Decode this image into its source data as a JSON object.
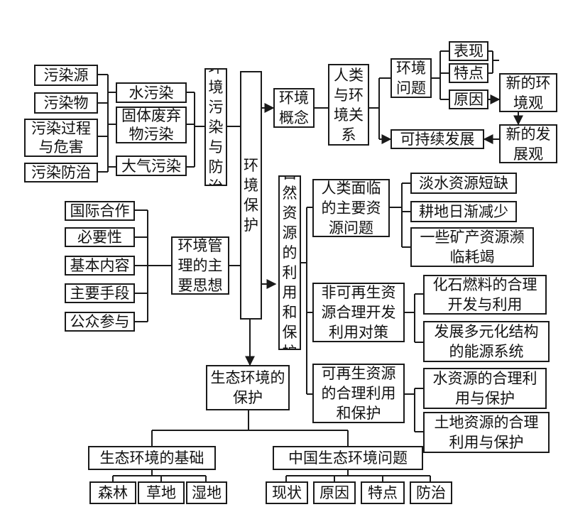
{
  "center": "环境保护",
  "pollution": {
    "title": "环境污染与防治",
    "topics": [
      "水污染",
      "固体废弃物污染",
      "大气污染"
    ],
    "aspects": [
      "污染源",
      "污染物",
      "污染过程与危害",
      "污染防治"
    ]
  },
  "concept": {
    "title": "环境概念",
    "relation": "人类与环境关系",
    "problem": "环境问题",
    "problem_items": [
      "表现",
      "特点",
      "原因"
    ],
    "new_env_view": "新的环境观",
    "new_dev_view": "新的发展观",
    "sustainable": "可持续发展"
  },
  "management": {
    "title": "环境管理的主要思想",
    "items": [
      "国际合作",
      "必要性",
      "基本内容",
      "主要手段",
      "公众参与"
    ]
  },
  "resources": {
    "title": "自然资源的利用和保护",
    "main_problem": "人类面临的主要资源问题",
    "main_problem_items": [
      "淡水资源短缺",
      "耕地日渐减少",
      "一些矿产资源濒临耗竭"
    ],
    "nonrenewable": "非可再生资源合理开发利用对策",
    "nonrenewable_items": [
      "化石燃料的合理开发与利用",
      "发展多元化结构的能源系统"
    ],
    "renewable": "可再生资源的合理利用和保护",
    "renewable_items": [
      "水资源的合理利用与保护",
      "土地资源的合理利用与保护"
    ]
  },
  "eco": {
    "title": "生态环境的保护",
    "basis": "生态环境的基础",
    "basis_items": [
      "森林",
      "草地",
      "湿地"
    ],
    "china": "中国生态环境问题",
    "china_items": [
      "现状",
      "原因",
      "特点",
      "防治"
    ]
  }
}
